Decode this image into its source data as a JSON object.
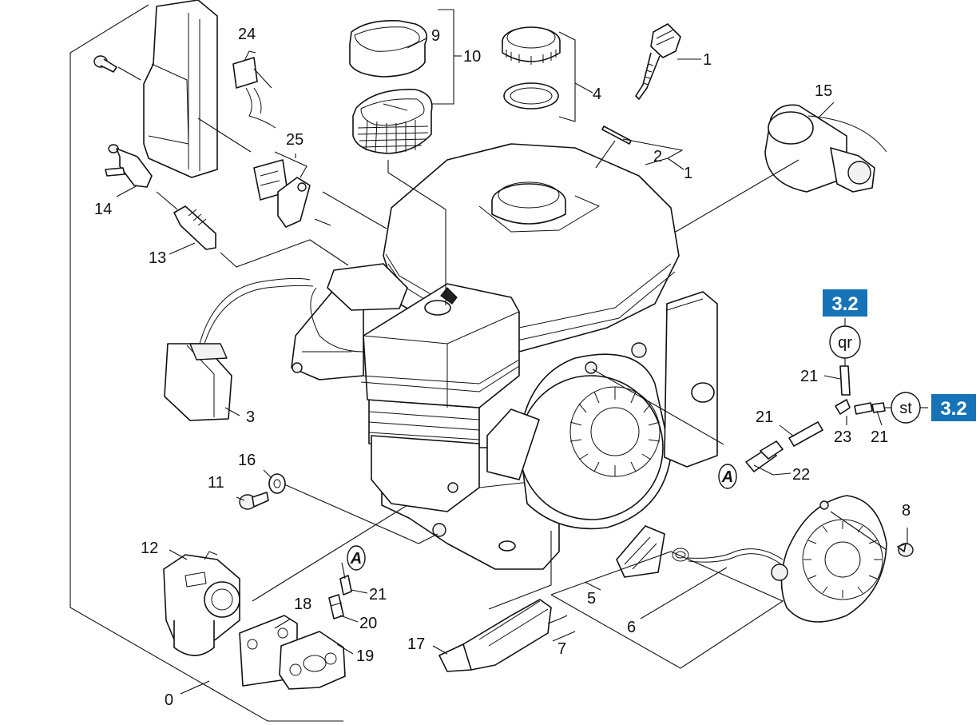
{
  "colors": {
    "ref_box": "#1673b8",
    "line": "#111111",
    "background": "#ffffff"
  },
  "labels": {
    "l0": "0",
    "l1a": "1",
    "l1b": "1",
    "l2": "2",
    "l3": "3",
    "l4": "4",
    "l5": "5",
    "l6": "6",
    "l7": "7",
    "l8": "8",
    "l9": "9",
    "l10": "10",
    "l11": "11",
    "l12": "12",
    "l13": "13",
    "l14": "14",
    "l15": "15",
    "l16": "16",
    "l17": "17",
    "l18": "18",
    "l19": "19",
    "l20": "20",
    "l21a": "21",
    "l21b": "21",
    "l21c": "21",
    "l21d": "21",
    "l22": "22",
    "l23": "23",
    "l24": "24",
    "l25": "25"
  },
  "bubbles": {
    "qr": "qr",
    "st": "st",
    "a_top": "A",
    "a_mid": "A"
  },
  "refs": {
    "ref1": "3.2",
    "ref2": "3.2"
  }
}
